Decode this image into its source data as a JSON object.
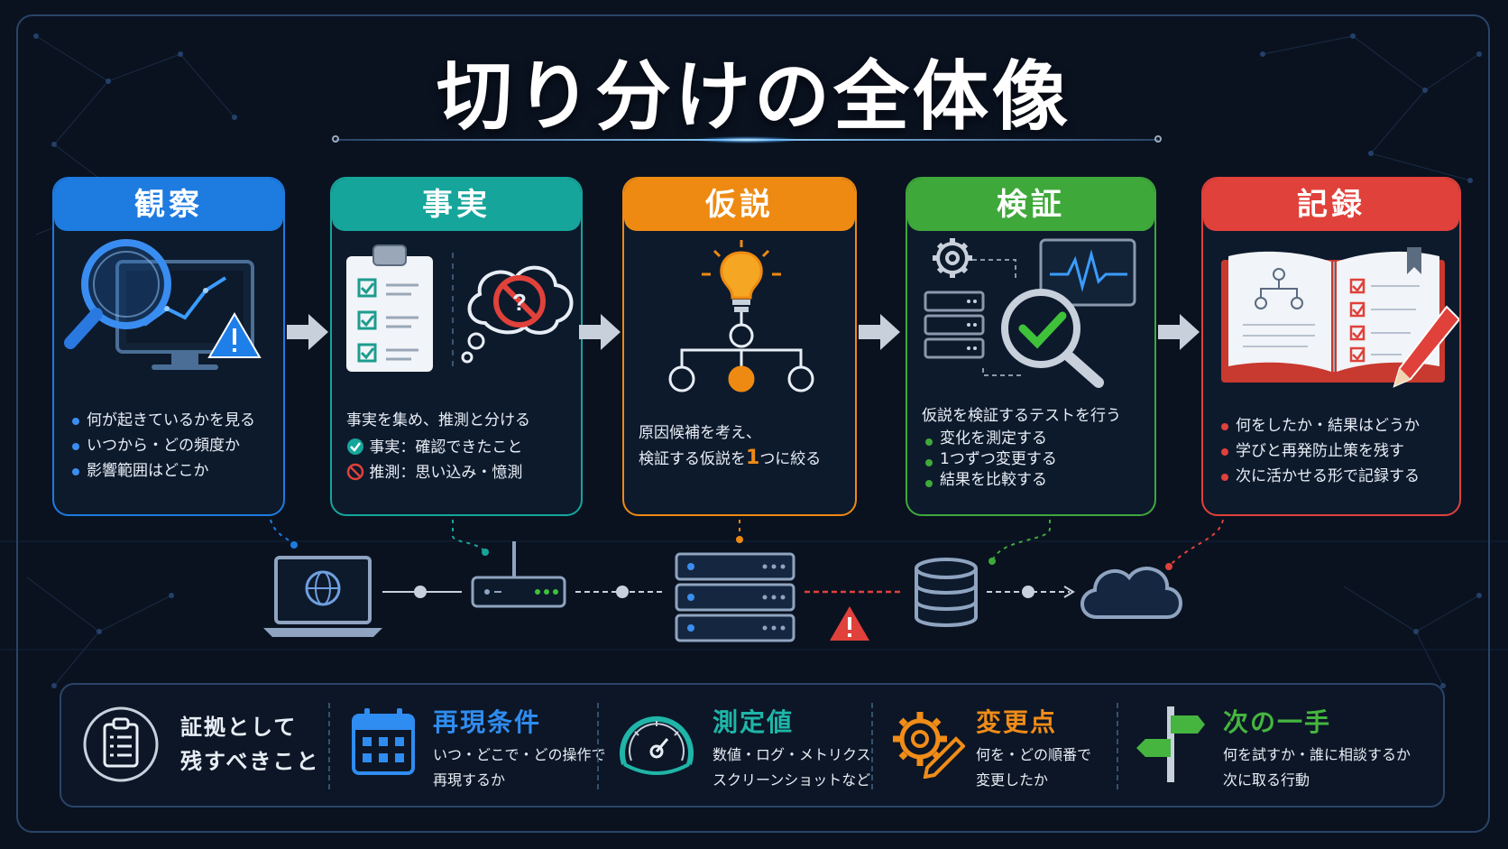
{
  "title": "切り分けの全体像",
  "colors": {
    "background": "#0a1220",
    "observe": "#1e7be0",
    "fact": "#16a59b",
    "hypothesis": "#ee8a12",
    "verify": "#3fa83a",
    "record": "#e0413a",
    "alert": "#e0413a"
  },
  "cards": [
    {
      "heading": "観察",
      "icons": [
        "magnifier-icon",
        "monitor-chart-icon",
        "warning-icon"
      ],
      "items": [
        "何が起きているかを見る",
        "いつから・どの頻度か",
        "影響範囲はどこか"
      ]
    },
    {
      "heading": "事実",
      "icons": [
        "clipboard-checklist-icon",
        "thought-cloud-no-icon"
      ],
      "lead": "事実を集め、推測と分ける",
      "rows": [
        {
          "icon": "check-circle-icon",
          "label": "事実：確認できたこと"
        },
        {
          "icon": "prohibited-icon",
          "label": "推測：思い込み・憶測"
        }
      ]
    },
    {
      "heading": "仮説",
      "icons": [
        "lightbulb-icon",
        "tree-diagram-icon"
      ],
      "line1": "原因候補を考え、",
      "line2_pre": "検証する仮説を",
      "line2_num": "1",
      "line2_post": "つに絞る"
    },
    {
      "heading": "検証",
      "icons": [
        "gear-icon",
        "server-rack-icon",
        "waveform-monitor-icon",
        "magnifier-check-icon"
      ],
      "lead": "仮説を検証するテストを行う",
      "items": [
        "変化を測定する",
        "1つずつ変更する",
        "結果を比較する"
      ]
    },
    {
      "heading": "記録",
      "icons": [
        "open-book-icon",
        "pencil-icon"
      ],
      "items": [
        "何をしたか・結果はどうか",
        "学びと再発防止策を残す",
        "次に活かせる形で記録する"
      ]
    }
  ],
  "network": [
    "laptop-icon",
    "router-icon",
    "server-icon",
    "database-icon",
    "cloud-icon",
    "warning-icon"
  ],
  "evidence": {
    "icon": "clipboard-icon",
    "label_line1": "証拠として",
    "label_line2": "残すべきこと",
    "items": [
      {
        "icon": "calendar-icon",
        "title": "再現条件",
        "line1": "いつ・どこで・どの操作で",
        "line2": "再現するか",
        "color": "#2f8cf0"
      },
      {
        "icon": "gauge-icon",
        "title": "測定値",
        "line1": "数値・ログ・メトリクス",
        "line2": "スクリーンショットなど",
        "color": "#1fb5a8"
      },
      {
        "icon": "gear-pencil-icon",
        "title": "変更点",
        "line1": "何を・どの順番で",
        "line2": "変更したか",
        "color": "#f08c18"
      },
      {
        "icon": "signpost-icon",
        "title": "次の一手",
        "line1": "何を試すか・誰に相談するか",
        "line2": "次に取る行動",
        "color": "#45b540"
      }
    ]
  }
}
